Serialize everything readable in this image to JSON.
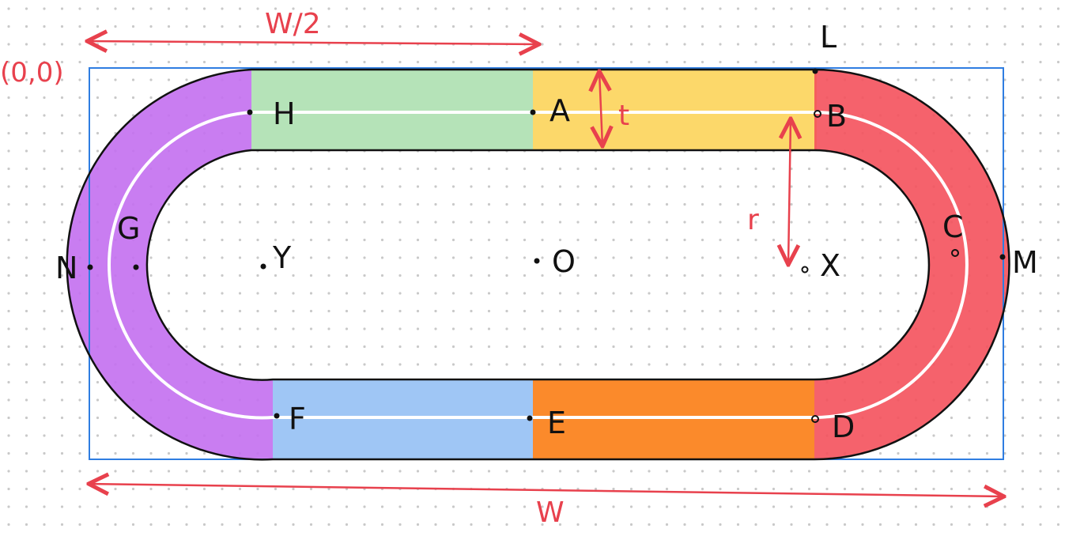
{
  "colors": {
    "background": "#ffffff",
    "grid_dot": "#c9c9c9",
    "bounding_box": "#2f7de1",
    "dimension": "#e8414d",
    "outline": "#111111",
    "centerline": "#ffffff",
    "segment_H_A": "#b5e3b8",
    "segment_A_B": "#fcd86a",
    "segment_arc_B_D": "#f4515c",
    "segment_D_E": "#fb8a2b",
    "segment_E_F": "#9fc6f5",
    "segment_arc_F_H": "#c36ff0"
  },
  "labels": {
    "origin": "(0,0)",
    "half_width": "W/2",
    "width": "W",
    "thickness": "t",
    "radius": "r",
    "A": "A",
    "B": "B",
    "C": "C",
    "D": "D",
    "E": "E",
    "F": "F",
    "G": "G",
    "H": "H",
    "L": "L",
    "M": "M",
    "N": "N",
    "O": "O",
    "X": "X",
    "Y": "Y"
  }
}
